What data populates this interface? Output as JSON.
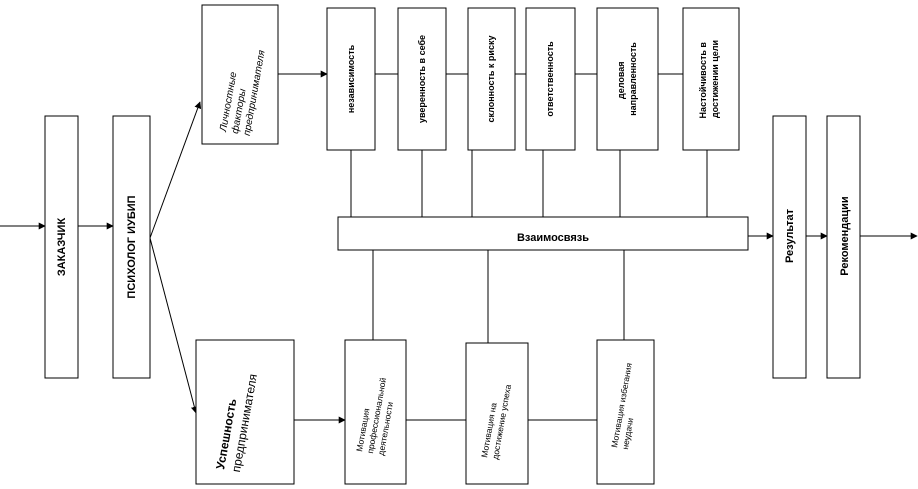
{
  "nodes": {
    "customer": "ЗАКАЗЧИК",
    "psychologist": "ПСИХОЛОГ ИУБИП",
    "personal_factors": [
      "Личностные",
      "факторы",
      "предпринимателя"
    ],
    "independence": "независимость",
    "self_confidence": "уверенность в себе",
    "risk_propensity": "склонность к риску",
    "responsibility": "ответственность",
    "business_orientation": [
      "деловая",
      "направленность"
    ],
    "persistence": [
      "Настойчивость в",
      "достижении цели"
    ],
    "interrelation": "Взаимосвязь",
    "entrepreneur_success": [
      "Успешность",
      "предпринимателя"
    ],
    "motivation_professional": [
      "Мотивация",
      "профессиональной",
      "деятельности"
    ],
    "motivation_success": [
      "Мотивация на",
      "достижение успеха"
    ],
    "motivation_failure": [
      "Мотивация избегания",
      "неудачи"
    ],
    "result": "Результат",
    "recommendations": "Рекомендации"
  }
}
